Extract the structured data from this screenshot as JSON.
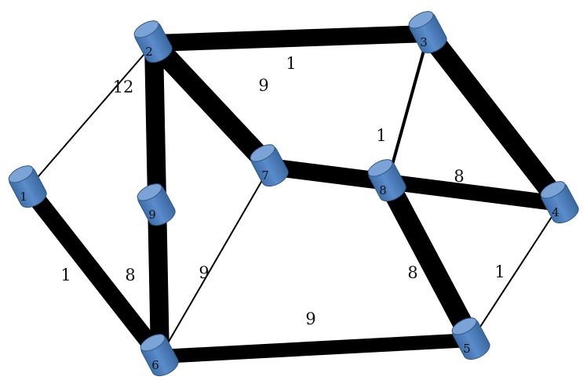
{
  "nodes": [
    {
      "id": "n1",
      "label": "1"
    },
    {
      "id": "n2",
      "label": "2"
    },
    {
      "id": "n3",
      "label": "3"
    },
    {
      "id": "n4",
      "label": "4"
    },
    {
      "id": "n5",
      "label": "5"
    },
    {
      "id": "n6",
      "label": "6"
    },
    {
      "id": "n7",
      "label": "7"
    },
    {
      "id": "n8",
      "label": "8"
    },
    {
      "id": "n9",
      "label": "9"
    }
  ],
  "edges": [
    {
      "from": "n2",
      "to": "n3",
      "weight": "1"
    },
    {
      "from": "n2",
      "to": "n1",
      "weight": "12"
    },
    {
      "from": "n2",
      "to": "n7",
      "weight": "9"
    },
    {
      "from": "n2",
      "to": "n6",
      "weight": "8"
    },
    {
      "from": "n1",
      "to": "n6",
      "weight": "1"
    },
    {
      "from": "n7",
      "to": "n6",
      "weight": "9"
    },
    {
      "from": "n7",
      "to": "n8",
      "weight": ""
    },
    {
      "from": "n3",
      "to": "n8",
      "weight": "1"
    },
    {
      "from": "n3",
      "to": "n4",
      "weight": ""
    },
    {
      "from": "n8",
      "to": "n4",
      "weight": "8"
    },
    {
      "from": "n8",
      "to": "n5",
      "weight": "8"
    },
    {
      "from": "n4",
      "to": "n5",
      "weight": "1"
    },
    {
      "from": "n6",
      "to": "n5",
      "weight": "9"
    }
  ],
  "colors": {
    "node_fill": "#4f81bd",
    "node_top": "#7ba3d6",
    "node_stroke": "#2f5786",
    "edge": "#000000"
  }
}
